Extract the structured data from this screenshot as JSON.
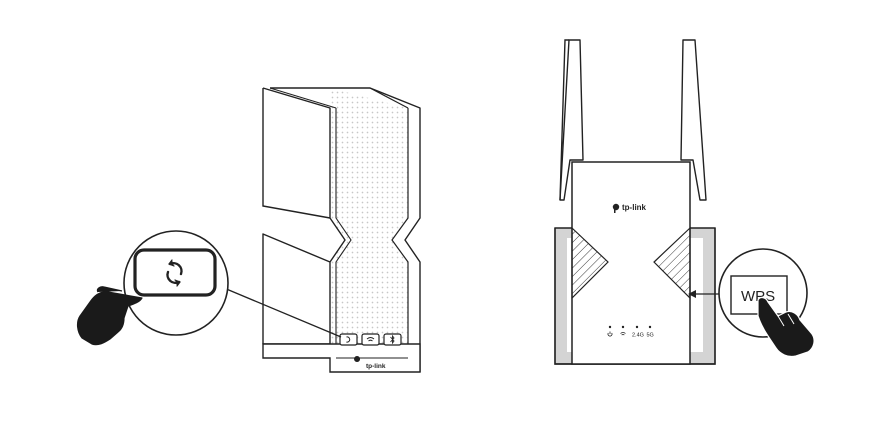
{
  "colors": {
    "line": "#222222",
    "hand": "#1a1a1a",
    "panel_gray": "#d4d4d4",
    "dot": "#c7c7c7",
    "background": "#ffffff"
  },
  "left_device": {
    "brand": "tp-link",
    "buttons": [
      "sync-icon",
      "wifi-icon",
      "bluetooth-icon"
    ],
    "callout_icon": "sync-arrows-icon"
  },
  "right_device": {
    "brand": "tp-link",
    "led_labels": [
      "",
      "",
      "2.4G",
      "5G"
    ],
    "led_icons": [
      "power-icon",
      "wifi-icon",
      "",
      ""
    ],
    "wps_label": "WPS"
  }
}
